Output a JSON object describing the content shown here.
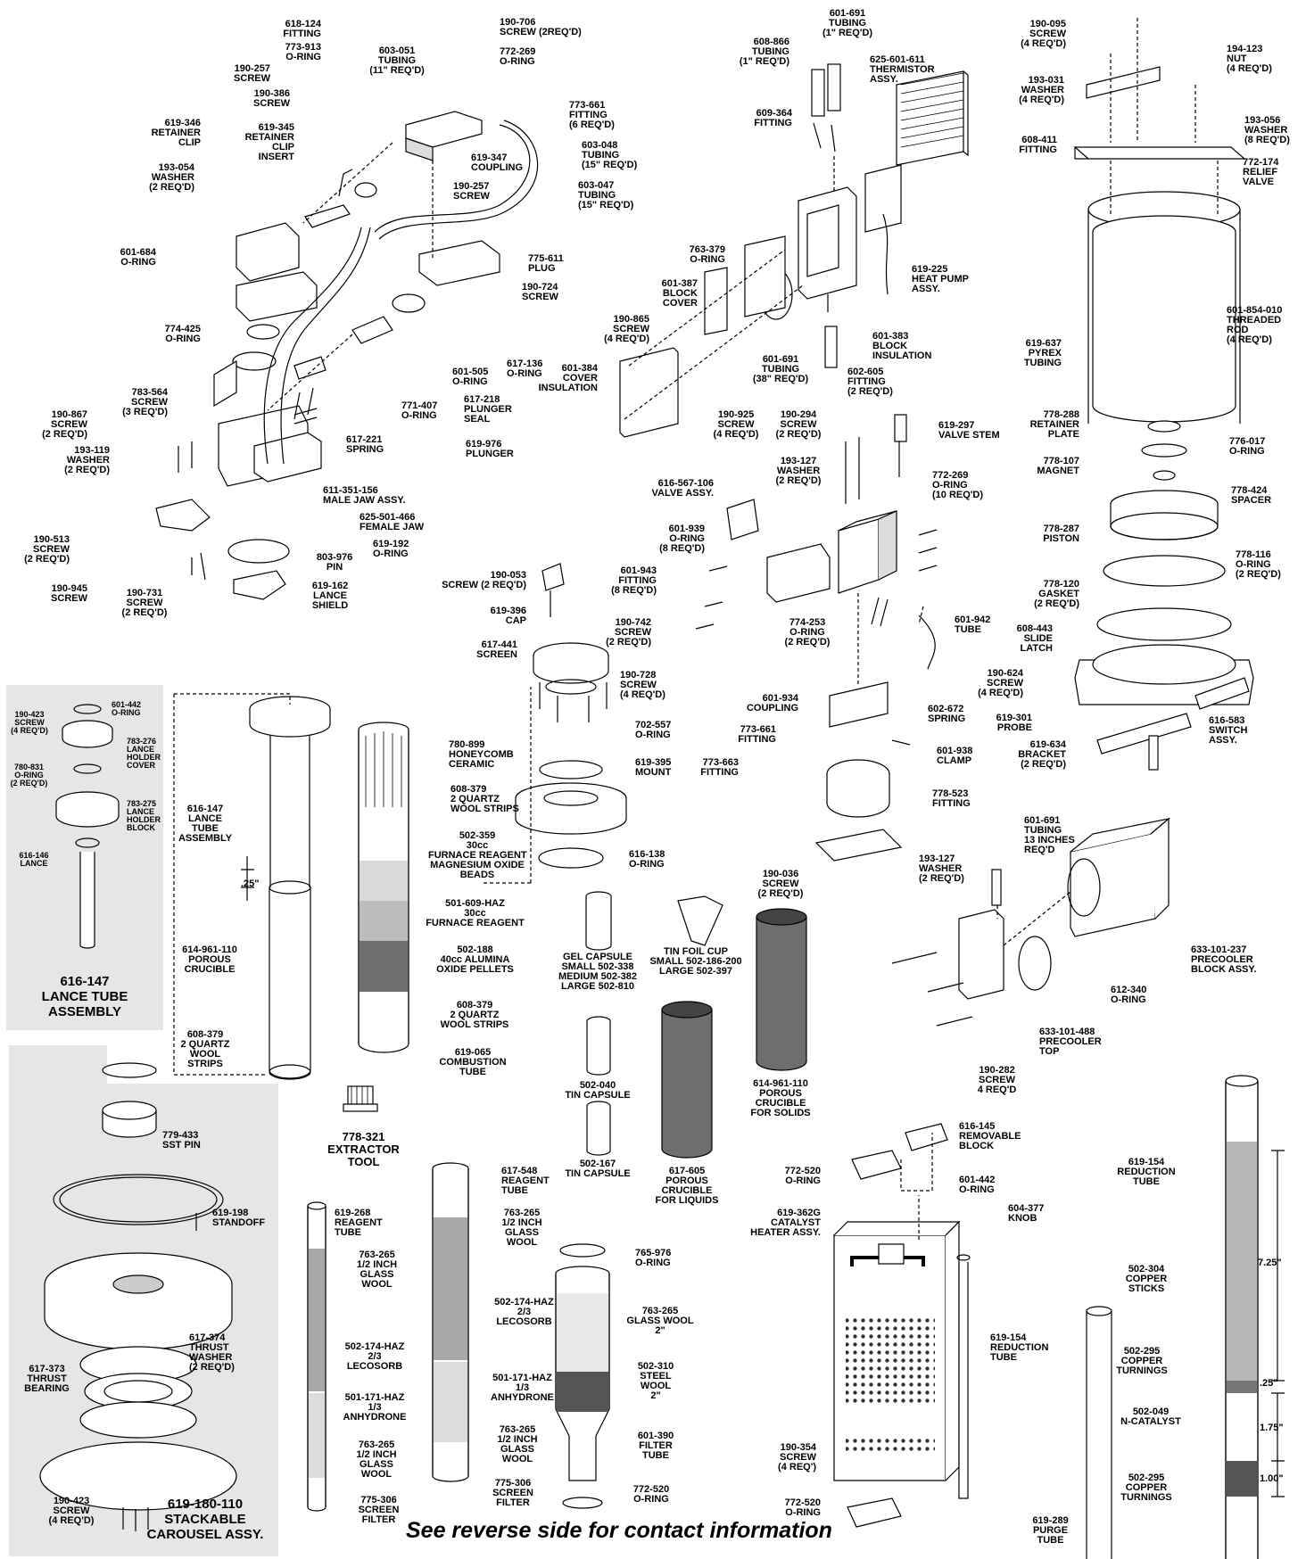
{
  "footer": "See reverse side for contact information",
  "dims": {
    "d1": ".25\"",
    "d2": "7.25\"",
    "d3": ".25\"",
    "d4": "1.75\"",
    "d5": "1.00\""
  },
  "labels": {
    "l618_124": "618-124\nFITTING",
    "l773_913": "773-913\nO-RING",
    "l190_706": "190-706\nSCREW (2REQ'D)",
    "l772_269a": "772-269\nO-RING",
    "l603_051": "603-051\nTUBING\n(11\" REQ'D)",
    "l190_257a": "190-257\nSCREW",
    "l190_386": "190-386\nSCREW",
    "l619_346": "619-346\nRETAINER\nCLIP",
    "l619_345": "619-345\nRETAINER\nCLIP\nINSERT",
    "l773_661a": "773-661\nFITTING\n(6 REQ'D)",
    "l603_048": "603-048\nTUBING\n(15\" REQ'D)",
    "l619_347": "619-347\nCOUPLING",
    "l603_047": "603-047\nTUBING\n(15\" REQ'D)",
    "l193_054": "193-054\nWASHER\n(2 REQ'D)",
    "l190_257b": "190-257\nSCREW",
    "l601_684": "601-684\nO-RING",
    "l775_611": "775-611\nPLUG",
    "l190_724": "190-724\nSCREW",
    "l774_425": "774-425\nO-RING",
    "l601_505": "601-505\nO-RING",
    "l617_136": "617-136\nO-RING",
    "l783_564": "783-564\nSCREW\n(3 REQ'D)",
    "l771_407": "771-407\nO-RING",
    "l617_218": "617-218\nPLUNGER\nSEAL",
    "l190_867": "190-867\nSCREW\n(2 REQ'D)",
    "l193_119": "193-119\nWASHER\n(2 REQ'D)",
    "l617_221": "617-221\nSPRING",
    "l619_976": "619-976\nPLUNGER",
    "l611_351": "611-351-156\nMALE JAW ASSY.",
    "l625_501": "625-501-466\nFEMALE JAW",
    "l190_513": "190-513\nSCREW\n(2 REQ'D)",
    "l619_192": "619-192\nO-RING",
    "l803_976": "803-976\nPIN",
    "l190_945": "190-945\nSCREW",
    "l190_731": "190-731\nSCREW\n(2 REQ'D)",
    "l619_162": "619-162\nLANCE\nSHIELD",
    "l601_691a": "601-691\nTUBING\n(1\" REQ'D)",
    "l608_866": "608-866\nTUBING\n(1\" REQ'D)",
    "l625_601": "625-601-611\nTHERMISTOR\nASSY.",
    "l609_364": "609-364\nFITTING",
    "l763_379": "763-379\nO-RING",
    "l601_387": "601-387\nBLOCK\nCOVER",
    "l619_225": "619-225\nHEAT PUMP\nASSY.",
    "l190_865": "190-865\nSCREW\n(4 REQ'D)",
    "l601_383": "601-383\nBLOCK\nINSULATION",
    "l601_384": "601-384\nCOVER\nINSULATION",
    "l601_691b": "601-691\nTUBING\n(38\" REQ'D)",
    "l602_605": "602-605\nFITTING\n(2 REQ'D)",
    "l190_925": "190-925\nSCREW\n(4 REQ'D)",
    "l190_294": "190-294\nSCREW\n(2 REQ'D)",
    "l619_297": "619-297\nVALVE STEM",
    "l193_127a": "193-127\nWASHER\n(2 REQ'D)",
    "l772_269b": "772-269\nO-RING\n(10 REQ'D)",
    "l616_567": "616-567-106\nVALVE ASSY.",
    "l601_939": "601-939\nO-RING\n(8 REQ'D)",
    "l601_943": "601-943\nFITTING\n(8 REQ'D)",
    "l190_742": "190-742\nSCREW\n(2 REQ'D)",
    "l774_253": "774-253\nO-RING\n(2 REQ'D)",
    "l601_942": "601-942\nTUBE",
    "l601_934": "601-934\nCOUPLING",
    "l602_672": "602-672\nSPRING",
    "l773_661b": "773-661\nFITTING",
    "l773_663": "773-663\nFITTING",
    "l601_938": "601-938\nCLAMP",
    "l778_523": "778-523\nFITTING",
    "l190_036": "190-036\nSCREW\n(2 REQ'D)",
    "l193_127b": "193-127\nWASHER\n(2 REQ'D)",
    "l190_095": "190-095\nSCREW\n(4 REQ'D)",
    "l194_123": "194-123\nNUT\n(4 REQ'D)",
    "l193_031": "193-031\nWASHER\n(4 REQ'D)",
    "l193_056": "193-056\nWASHER\n(8 REQ'D)",
    "l608_411": "608-411\nFITTING",
    "l772_174": "772-174\nRELIEF\nVALVE",
    "l601_854": "601-854-010\nTHREADED\nROD\n(4 REQ'D)",
    "l619_637": "619-637\nPYREX\nTUBING",
    "l778_288": "778-288\nRETAINER\nPLATE",
    "l776_017": "776-017\nO-RING",
    "l778_107": "778-107\nMAGNET",
    "l778_424": "778-424\nSPACER",
    "l778_287": "778-287\nPISTON",
    "l778_116": "778-116\nO-RING\n(2 REQ'D)",
    "l778_120": "778-120\nGASKET\n(2 REQ'D)",
    "l608_443": "608-443\nSLIDE\nLATCH",
    "l190_624": "190-624\nSCREW\n(4 REQ'D)",
    "l619_301": "619-301\nPROBE",
    "l619_634": "619-634\nBRACKET\n(2 REQ'D)",
    "l616_583": "616-583\nSWITCH\nASSY.",
    "l190_053": "190-053\nSCREW (2 REQ'D)",
    "l619_396": "619-396\nCAP",
    "l617_441": "617-441\nSCREEN",
    "l190_728": "190-728\nSCREW\n(4 REQ'D)",
    "l702_557": "702-557\nO-RING",
    "l619_395": "619-395\nMOUNT",
    "l616_138": "616-138\nO-RING",
    "l780_899": "780-899\nHONEYCOMB\nCERAMIC",
    "l608_379a": "608-379\n2 QUARTZ\nWOOL STRIPS",
    "l502_359": "502-359\n30cc\nFURNACE REAGENT\nMAGNESIUM OXIDE\nBEADS",
    "l501_609": "501-609-HAZ\n30cc\nFURNACE REAGENT",
    "l502_188": "502-188\n40cc ALUMINA\nOXIDE PELLETS",
    "l608_379b": "608-379\n2 QUARTZ\nWOOL STRIPS",
    "l619_065": "619-065\nCOMBUSTION\nTUBE",
    "l616_147": "616-147\nLANCE\nTUBE\nASSEMBLY",
    "l614_961a": "614-961-110\nPOROUS\nCRUCIBLE",
    "l608_379c": "608-379\n2 QUARTZ\nWOOL\nSTRIPS",
    "l778_321": "778-321\nEXTRACTOR\nTOOL",
    "l_gel": "GEL CAPSULE\nSMALL 502-338\nMEDIUM 502-382\nLARGE 502-810",
    "l_tinfoil": "TIN FOIL CUP\nSMALL 502-186-200\nLARGE 502-397",
    "l502_040": "502-040\nTIN CAPSULE",
    "l502_167": "502-167\nTIN CAPSULE",
    "l617_605": "617-605\nPOROUS\nCRUCIBLE\nFOR LIQUIDS",
    "l614_961b": "614-961-110\nPOROUS\nCRUCIBLE\nFOR SOLIDS",
    "l601_691c": "601-691\nTUBING\n13 INCHES\nREQ'D",
    "l633_101_237": "633-101-237\nPRECOOLER\nBLOCK ASSY.",
    "l612_340": "612-340\nO-RING",
    "l633_101_488": "633-101-488\nPRECOOLER\nTOP",
    "l190_282": "190-282\nSCREW\n4 REQ'D",
    "l616_145": "616-145\nREMOVABLE\nBLOCK",
    "l772_520a": "772-520\nO-RING",
    "l601_442b": "601-442\nO-RING",
    "l604_377": "604-377\nKNOB",
    "l619_362g": "619-362G\nCATALYST\nHEATER ASSY.",
    "l619_154a": "619-154\nREDUCTION\nTUBE",
    "l190_354": "190-354\nSCREW\n(4 REQ')",
    "l772_520b": "772-520\nO-RING",
    "l619_154b": "619-154\nREDUCTION\nTUBE",
    "l502_304": "502-304\nCOPPER\nSTICKS",
    "l502_295a": "502-295\nCOPPER\nTURNINGS",
    "l502_049": "502-049\nN-CATALYST",
    "l502_295b": "502-295\nCOPPER\nTURNINGS",
    "l619_289": "619-289\nPURGE\nTUBE",
    "l619_268": "619-268\nREAGENT\nTUBE",
    "l763_265a": "763-265\n1/2 INCH\nGLASS\nWOOL",
    "l502_174a": "502-174-HAZ\n2/3\nLECOSORB",
    "l501_171a": "501-171-HAZ\n1/3\nANHYDRONE",
    "l763_265b": "763-265\n1/2 INCH\nGLASS\nWOOL",
    "l775_306a": "775-306\nSCREEN\nFILTER",
    "l617_548": "617-548\nREAGENT\nTUBE",
    "l763_265c": "763-265\n1/2 INCH\nGLASS\nWOOL",
    "l502_174b": "502-174-HAZ\n2/3\nLECOSORB",
    "l501_171b": "501-171-HAZ\n1/3\nANHYDRONE",
    "l763_265d": "763-265\n1/2 INCH\nGLASS\nWOOL",
    "l775_306b": "775-306\nSCREEN\nFILTER",
    "l765_976": "765-976\nO-RING",
    "l763_265e": "763-265\nGLASS WOOL\n2\"",
    "l502_310": "502-310\nSTEEL\nWOOL\n2\"",
    "l601_390": "601-390\nFILTER\nTUBE",
    "l772_520c": "772-520\nO-RING",
    "l601_442a": "601-442\nO-RING",
    "l190_423a": "190-423\nSCREW\n(4 REQ'D)",
    "l783_276": "783-276\nLANCE\nHOLDER\nCOVER",
    "l780_831": "780-831\nO-RING\n(2 REQ'D)",
    "l783_275": "783-275\nLANCE\nHOLDER\nBLOCK",
    "l616_146": "616-146\nLANCE",
    "t616_147": "616-147\nLANCE TUBE\nASSEMBLY",
    "l779_433": "779-433\nSST PIN",
    "l619_198": "619-198\nSTANDOFF",
    "l617_374": "617-374\nTHRUST\nWASHER\n(2 REQ'D)",
    "l617_373": "617-373\nTHRUST\nBEARING",
    "l190_423b": "190-423\nSCREW\n(4 REQ'D)",
    "t619_180": "619-180-110\nSTACKABLE\nCAROUSEL ASSY."
  }
}
